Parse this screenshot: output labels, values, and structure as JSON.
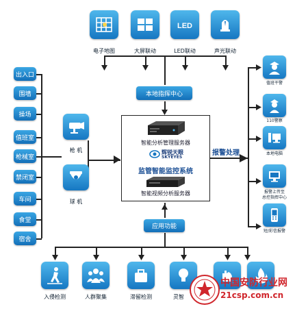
{
  "top_nodes": [
    {
      "label": "电子地图",
      "icon": "map-icon"
    },
    {
      "label": "大屏联动",
      "icon": "video-wall-icon"
    },
    {
      "label": "LED联动",
      "icon": "led-icon"
    },
    {
      "label": "声光联动",
      "icon": "alarm-light-icon"
    }
  ],
  "top_hub": {
    "label": "本地指挥中心"
  },
  "left_locations": [
    "出入口",
    "围墙",
    "操场",
    "值班室",
    "枪械室",
    "禁闭室",
    "车间",
    "食堂",
    "宿舍"
  ],
  "cameras": [
    {
      "label": "枪 机",
      "icon": "bullet-camera-icon"
    },
    {
      "label": "球 机",
      "icon": "dome-camera-icon"
    }
  ],
  "center_box": {
    "server_top_label": "智能分析管理服务器",
    "brand_cn": "辉锐天眼",
    "brand_en": "SKYEYES",
    "system_title": "监管智能监控系统",
    "server_bottom_label": "智能视频分析服务器"
  },
  "alarm_label": "报警处理",
  "right_nodes": [
    {
      "label": "值班干警",
      "icon": "officer-icon"
    },
    {
      "label": "110警察",
      "icon": "police-icon"
    },
    {
      "label": "本地电脑",
      "icon": "computer-icon"
    },
    {
      "label": "报警上传至\n总控指挥中心",
      "icon": "upload-center-icon"
    },
    {
      "label": "短/彩信报警",
      "icon": "phone-icon"
    }
  ],
  "bottom_hub": {
    "label": "应用功能"
  },
  "bottom_nodes": [
    {
      "label": "入侵检测",
      "icon": "intrusion-icon"
    },
    {
      "label": "人群聚集",
      "icon": "crowd-icon"
    },
    {
      "label": "滞留检测",
      "icon": "bag-icon"
    },
    {
      "label": "灵智",
      "icon": "bulb-icon"
    },
    {
      "label": "",
      "icon": "hand-icon"
    },
    {
      "label": "",
      "icon": "fire-icon"
    }
  ],
  "watermark": {
    "title": "中国安防行业网",
    "url": "21csp.com.cn"
  },
  "colors": {
    "tile": "#1677c2",
    "line": "#222222",
    "watermark_red": "#d0262c"
  }
}
